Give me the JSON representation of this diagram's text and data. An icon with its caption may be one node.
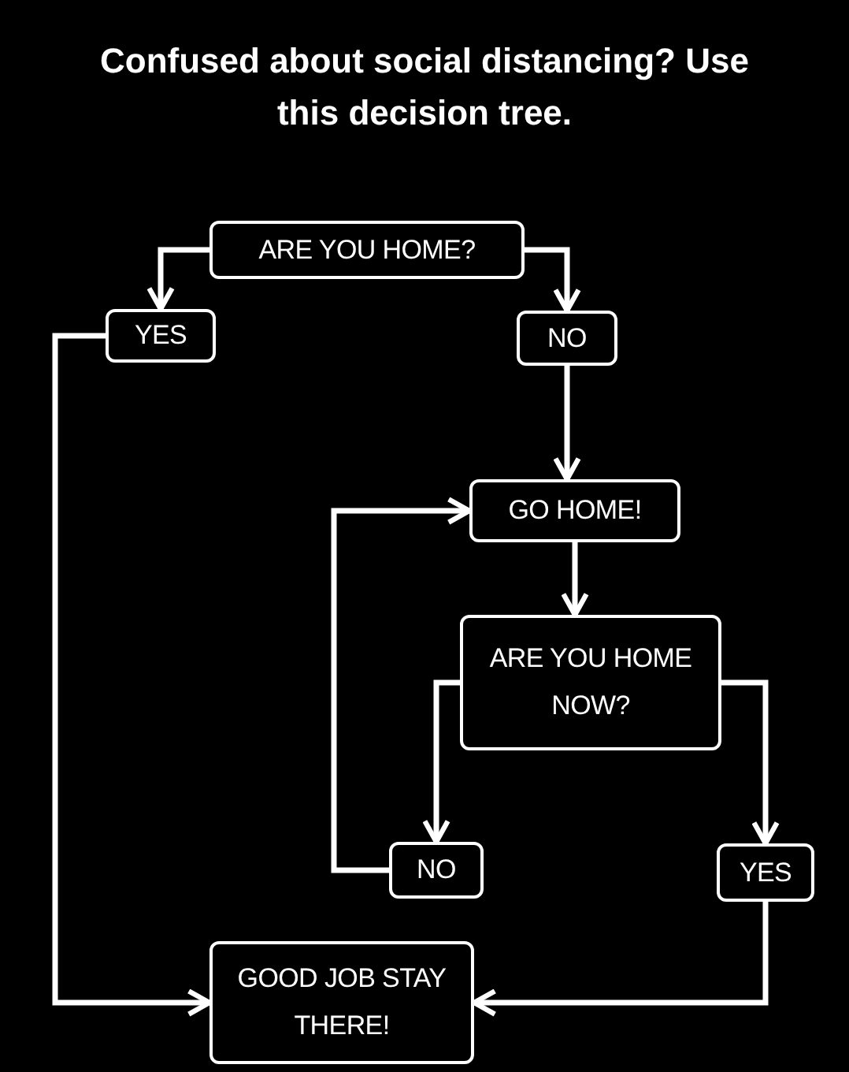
{
  "diagram": {
    "title": "Confused about social distancing? Use this decision tree.",
    "nodes": [
      {
        "text": [
          "ARE YOU HOME?"
        ]
      },
      {
        "text": [
          "YES"
        ]
      },
      {
        "text": [
          "NO"
        ]
      },
      {
        "text": [
          "GO HOME!"
        ]
      },
      {
        "text": [
          "ARE YOU HOME NOW?"
        ]
      },
      {
        "text": [
          "NO"
        ]
      },
      {
        "text": [
          "YES"
        ]
      },
      {
        "text": [
          "GOOD JOB STAY THERE!"
        ]
      }
    ],
    "edges": [
      {
        "from": 0,
        "to": 1,
        "arrow": "to"
      },
      {
        "from": 0,
        "to": 2,
        "arrow": "to"
      },
      {
        "from": 2,
        "to": 3,
        "arrow": "to"
      },
      {
        "from": 3,
        "to": 4,
        "arrow": "to"
      },
      {
        "from": 4,
        "to": 5,
        "arrow": "to"
      },
      {
        "from": 4,
        "to": 6,
        "arrow": "to"
      },
      {
        "from": 5,
        "to": 3,
        "arrow": "to"
      },
      {
        "from": 1,
        "to": 7,
        "arrow": "to"
      },
      {
        "from": 6,
        "to": 7,
        "arrow": "to"
      }
    ]
  }
}
